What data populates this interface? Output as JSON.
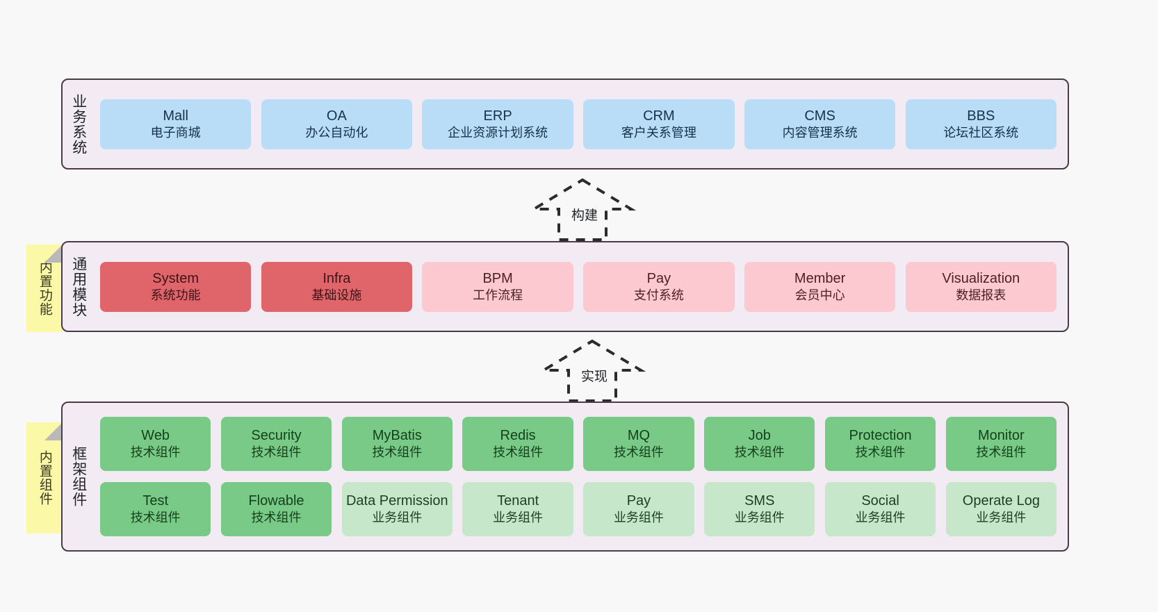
{
  "diagram": {
    "title": "",
    "colors": {
      "background": "#f8f8f8",
      "panel_fill": "#f3ebf3",
      "panel_border": "#4a3a45",
      "business_node": "#b9dcf7",
      "module_core_node": "#e0656a",
      "module_node": "#fbc9cf",
      "tech_component_node": "#79ca86",
      "business_component_node": "#c6e7c9",
      "sticky_note": "#fbf8a8",
      "sticky_fold": "#b9b9b9"
    }
  },
  "layers": {
    "business": {
      "caption": "业务系统",
      "nodes": [
        {
          "name": "Mall",
          "subtitle": "电子商城"
        },
        {
          "name": "OA",
          "subtitle": "办公自动化"
        },
        {
          "name": "ERP",
          "subtitle": "企业资源计划系统"
        },
        {
          "name": "CRM",
          "subtitle": "客户关系管理"
        },
        {
          "name": "CMS",
          "subtitle": "内容管理系统"
        },
        {
          "name": "BBS",
          "subtitle": "论坛社区系统"
        }
      ]
    },
    "common": {
      "caption": "通用模块",
      "sticky": "内置功能",
      "nodes": [
        {
          "name": "System",
          "subtitle": "系统功能",
          "variant": "core"
        },
        {
          "name": "Infra",
          "subtitle": "基础设施",
          "variant": "core"
        },
        {
          "name": "BPM",
          "subtitle": "工作流程",
          "variant": "normal"
        },
        {
          "name": "Pay",
          "subtitle": "支付系统",
          "variant": "normal"
        },
        {
          "name": "Member",
          "subtitle": "会员中心",
          "variant": "normal"
        },
        {
          "name": "Visualization",
          "subtitle": "数据报表",
          "variant": "normal"
        }
      ]
    },
    "framework": {
      "caption": "框架组件",
      "sticky": "内置组件",
      "row1": [
        {
          "name": "Web",
          "subtitle": "技术组件"
        },
        {
          "name": "Security",
          "subtitle": "技术组件"
        },
        {
          "name": "MyBatis",
          "subtitle": "技术组件"
        },
        {
          "name": "Redis",
          "subtitle": "技术组件"
        },
        {
          "name": "MQ",
          "subtitle": "技术组件"
        },
        {
          "name": "Job",
          "subtitle": "技术组件"
        },
        {
          "name": "Protection",
          "subtitle": "技术组件"
        },
        {
          "name": "Monitor",
          "subtitle": "技术组件"
        }
      ],
      "row2": [
        {
          "name": "Test",
          "subtitle": "技术组件",
          "variant": "tech"
        },
        {
          "name": "Flowable",
          "subtitle": "技术组件",
          "variant": "tech"
        },
        {
          "name": "Data Permission",
          "subtitle": "业务组件",
          "variant": "business"
        },
        {
          "name": "Tenant",
          "subtitle": "业务组件",
          "variant": "business"
        },
        {
          "name": "Pay",
          "subtitle": "业务组件",
          "variant": "business"
        },
        {
          "name": "SMS",
          "subtitle": "业务组件",
          "variant": "business"
        },
        {
          "name": "Social",
          "subtitle": "业务组件",
          "variant": "business"
        },
        {
          "name": "Operate Log",
          "subtitle": "业务组件",
          "variant": "business"
        }
      ]
    }
  },
  "connectors": [
    {
      "label": "构建",
      "from": "common",
      "to": "business",
      "style": "dashed-block-arrow-up"
    },
    {
      "label": "实现",
      "from": "framework",
      "to": "common",
      "style": "dashed-block-arrow-up"
    }
  ]
}
